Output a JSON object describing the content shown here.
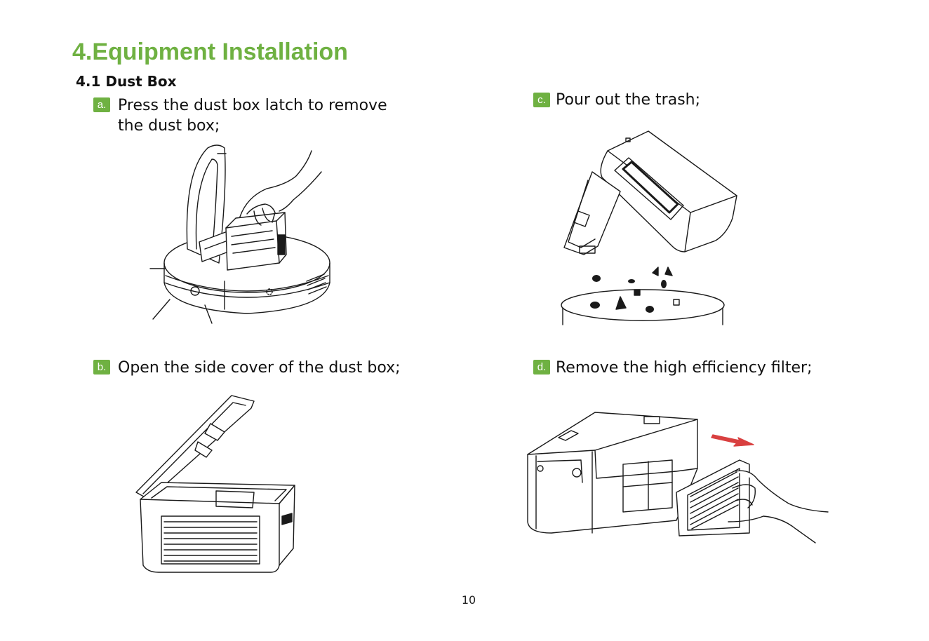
{
  "section": {
    "title": "4.Equipment Installation",
    "subtitle": "4.1 Dust Box"
  },
  "steps": [
    {
      "marker": "a.",
      "lines": [
        "Press the dust box latch to remove",
        "the dust box;"
      ],
      "illustration": "robot-vacuum-lid-open-removing-dust-box"
    },
    {
      "marker": "b.",
      "lines": [
        "Open the side cover of the dust box;"
      ],
      "illustration": "dust-box-side-cover-open"
    },
    {
      "marker": "c.",
      "lines": [
        "Pour out the trash;"
      ],
      "illustration": "dust-box-emptying-trash"
    },
    {
      "marker": "d.",
      "lines": [
        "Remove the high efficiency filter;"
      ],
      "illustration": "removing-hepa-filter"
    }
  ],
  "page_number": "10",
  "colors": {
    "accent": "#6fb142",
    "arrow": "#d94040",
    "text": "#111111",
    "line_art": "#1a1a1a"
  }
}
